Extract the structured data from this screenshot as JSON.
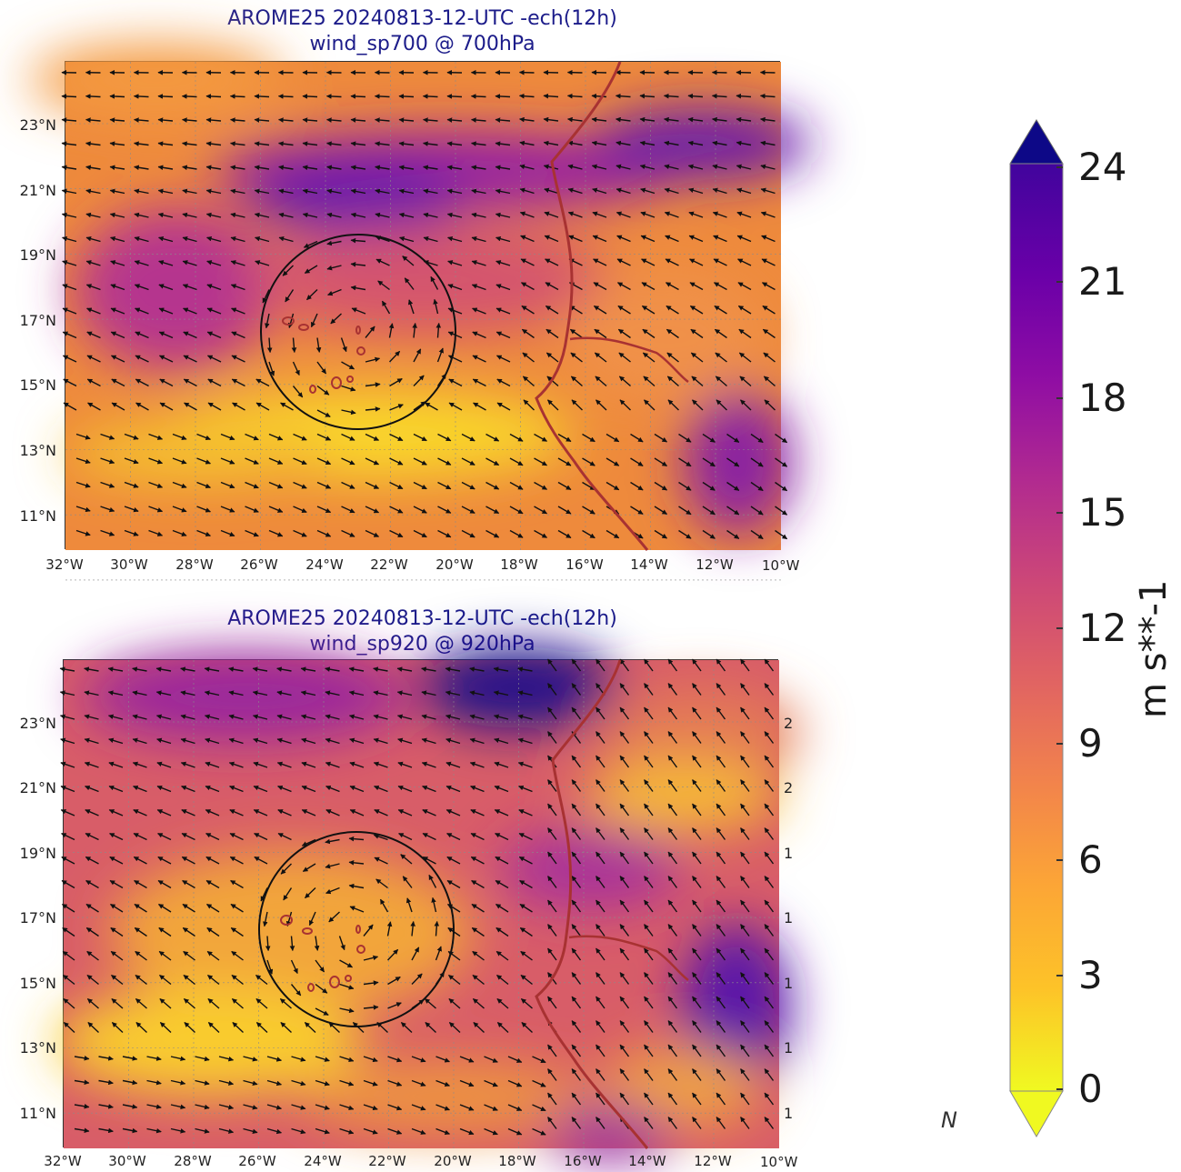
{
  "panels": [
    {
      "id": "top",
      "title_line1": "AROME25 20240813-12-UTC -ech(12h)",
      "title_line2": "wind_sp700 @ 700hPa",
      "lat_labels": [
        "23°N",
        "21°N",
        "19°N",
        "17°N",
        "15°N",
        "13°N",
        "11°N"
      ],
      "lon_labels": [
        "32°W",
        "30°W",
        "28°W",
        "26°W",
        "24°W",
        "22°W",
        "20°W",
        "18°W",
        "16°W",
        "14°W",
        "12°W",
        "10°W"
      ],
      "right_clipped_labels": []
    },
    {
      "id": "bottom",
      "title_line1": "AROME25 20240813-12-UTC -ech(12h)",
      "title_line2": "wind_sp920 @ 920hPa",
      "lat_labels": [
        "23°N",
        "21°N",
        "19°N",
        "17°N",
        "15°N",
        "13°N",
        "11°N"
      ],
      "lon_labels": [
        "32°W",
        "30°W",
        "28°W",
        "26°W",
        "24°W",
        "22°W",
        "20°W",
        "18°W",
        "16°W",
        "14°W",
        "12°W",
        "10°W"
      ],
      "right_clipped_labels": [
        "2",
        "2",
        "1",
        "1",
        "1",
        "1",
        "1"
      ]
    }
  ],
  "colorbar": {
    "ticks": [
      "24",
      "21",
      "18",
      "15",
      "12",
      "9",
      "6",
      "3",
      "0"
    ],
    "unit": "m s**-1",
    "colors": [
      "#f0f921",
      "#fdc328",
      "#fca636",
      "#f2844b",
      "#e16462",
      "#cc4778",
      "#b12a90",
      "#8f0da4",
      "#6a00a8",
      "#41049d",
      "#0d0887"
    ]
  },
  "north_label": "N"
}
